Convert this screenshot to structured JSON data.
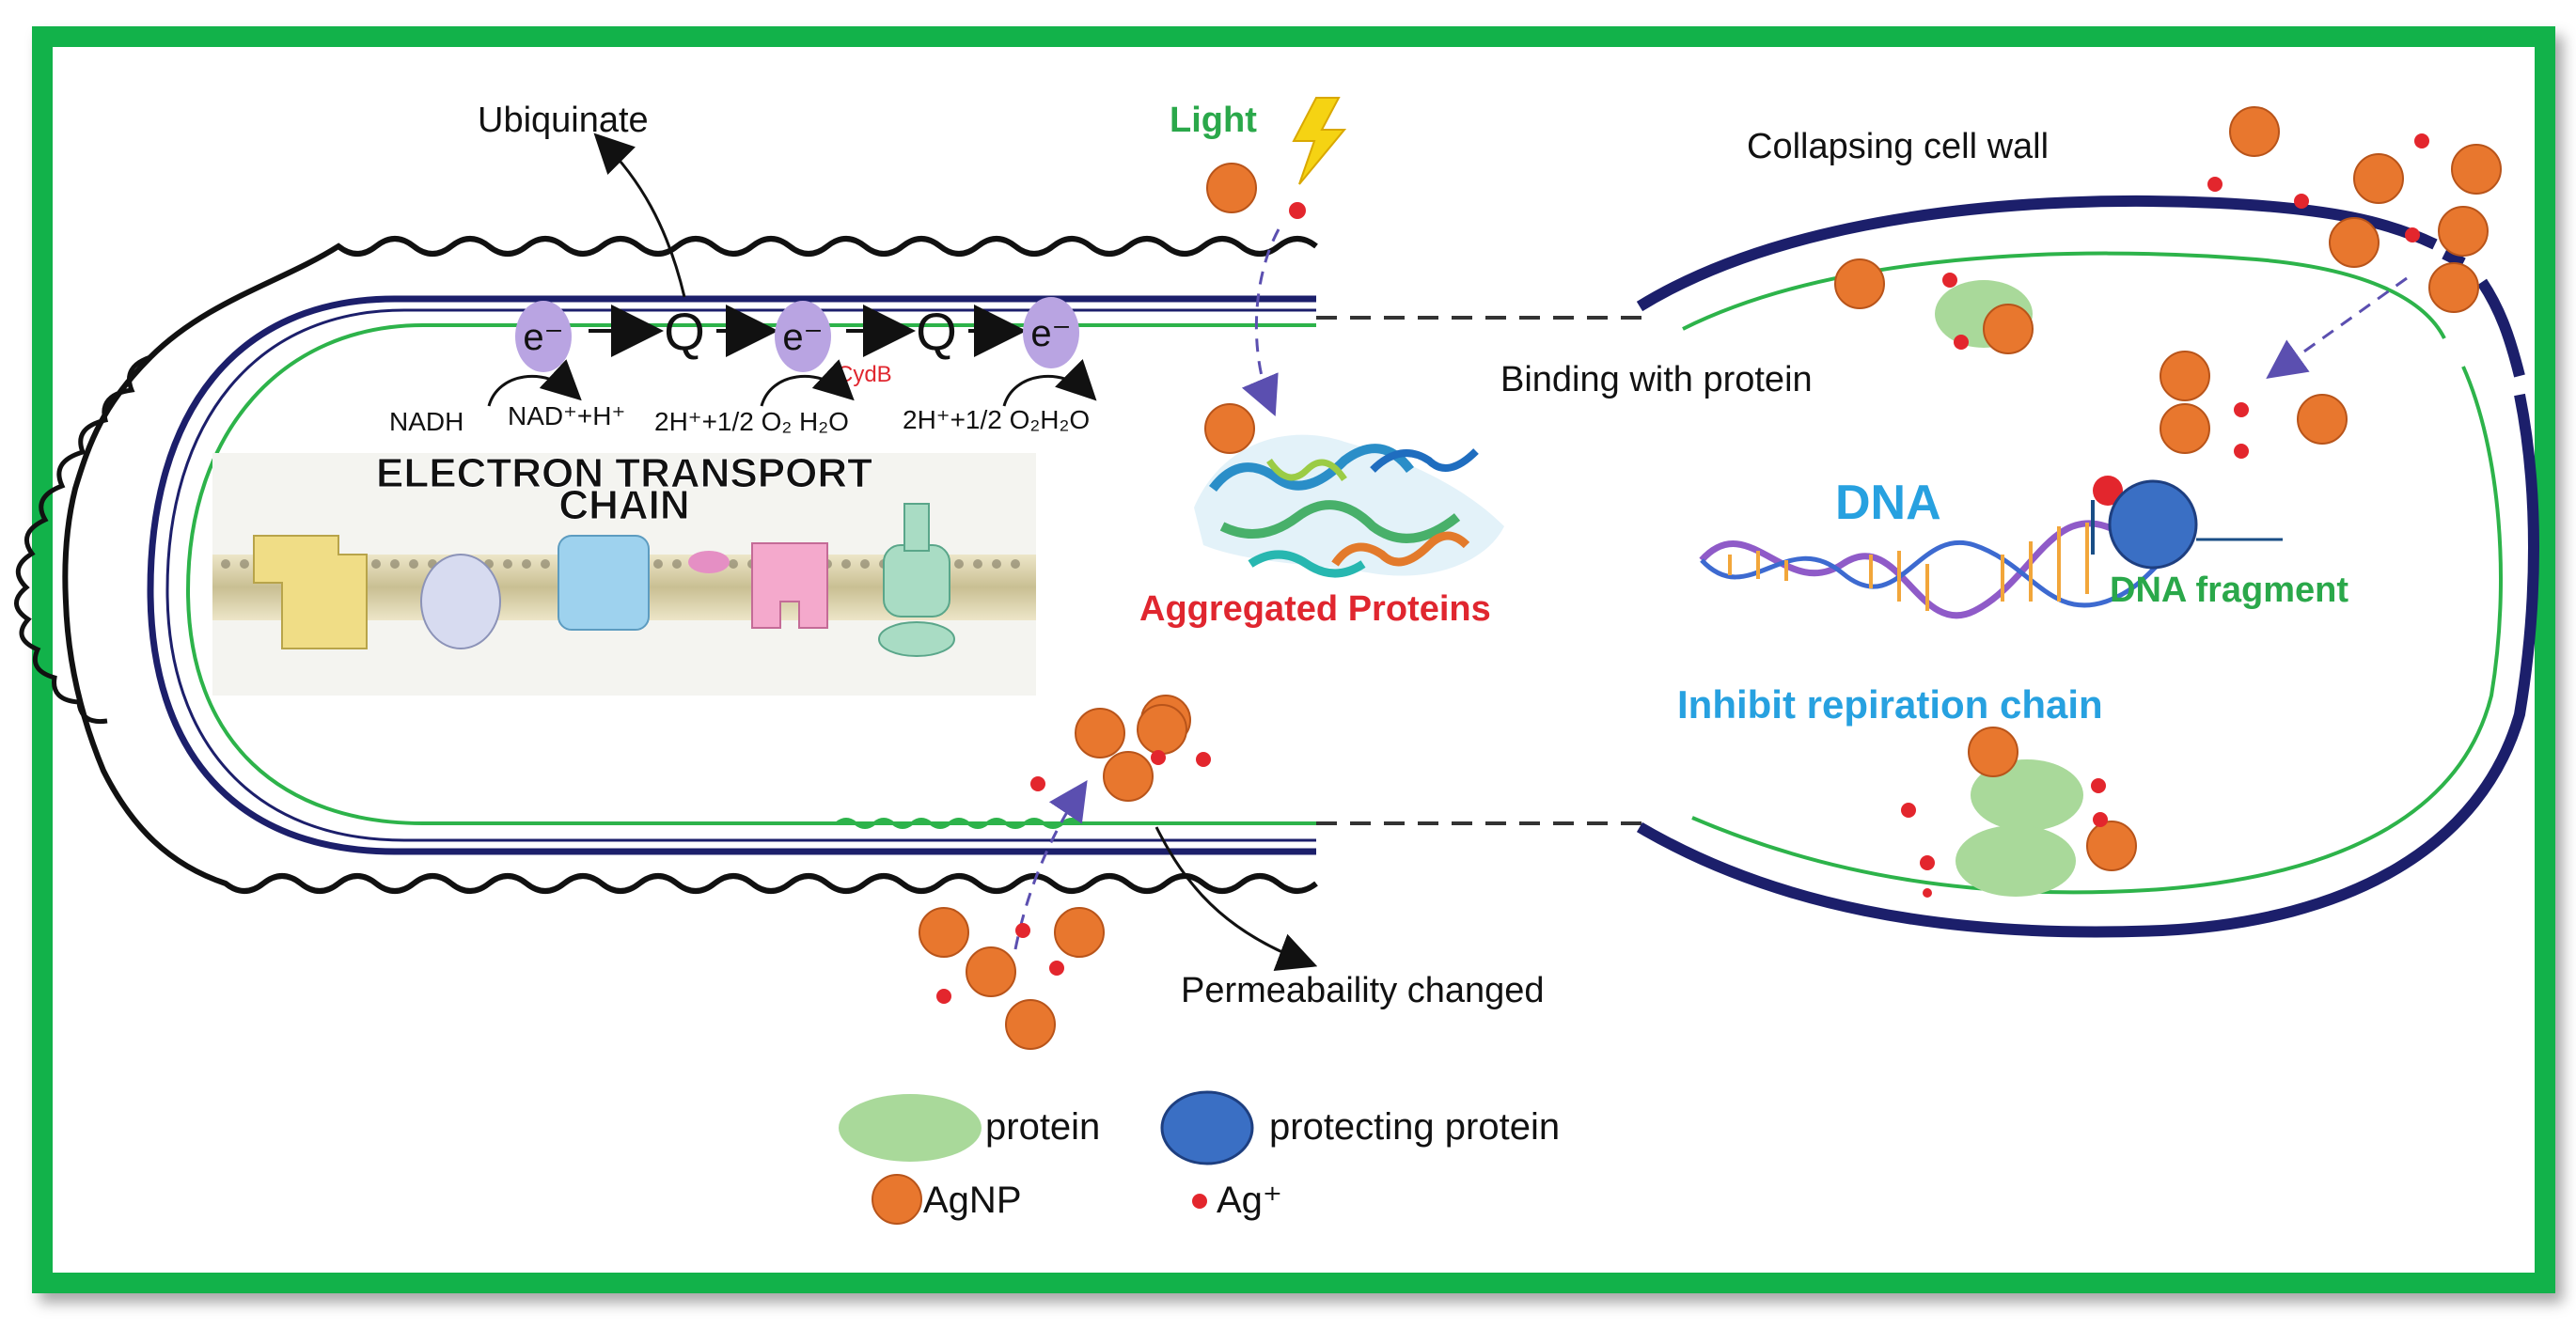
{
  "labels": {
    "ubiquinate": "Ubiquinate",
    "light": "Light",
    "collapsing_cell_wall": "Collapsing cell wall",
    "binding_with_protein": "Binding with protein",
    "aggregated_proteins": "Aggregated Proteins",
    "dna": "DNA",
    "dna_fragment": "DNA fragment",
    "inhibit_respiration": "Inhibit repiration chain",
    "permeability_changed": "Permeabaility changed"
  },
  "etc": {
    "electron": "e⁻",
    "quinone": "Q",
    "cydb": "CydB",
    "nadh": "NADH",
    "nad": "NAD⁺+H⁺",
    "reaction1": "2H⁺+1/2 O₂ H₂O",
    "reaction2": "2H⁺+1/2 O₂H₂O",
    "inset_title_line1": "ELECTRON TRANSPORT",
    "inset_title_line2": "CHAIN"
  },
  "legend": {
    "protein": "protein",
    "protecting_protein": "protecting protein",
    "agnp": "AgNP",
    "ag_ion": "Ag⁺"
  },
  "colors": {
    "frame_green": "#12b24a",
    "membrane_navy": "#1c1f6b",
    "inner_green": "#2db34a",
    "agnp_orange": "#e8772e",
    "ag_ion_red": "#e3262d",
    "protein_green": "#a9d99a",
    "protecting_blue": "#3a6fc4",
    "electron_purple": "#b9a4e2",
    "light_label_green": "#2aa84a",
    "aggregated_red": "#e0262f",
    "dna_blue": "#27a1e0",
    "dna_fragment_green": "#2aa84a",
    "inhibit_blue": "#27a1e0"
  }
}
